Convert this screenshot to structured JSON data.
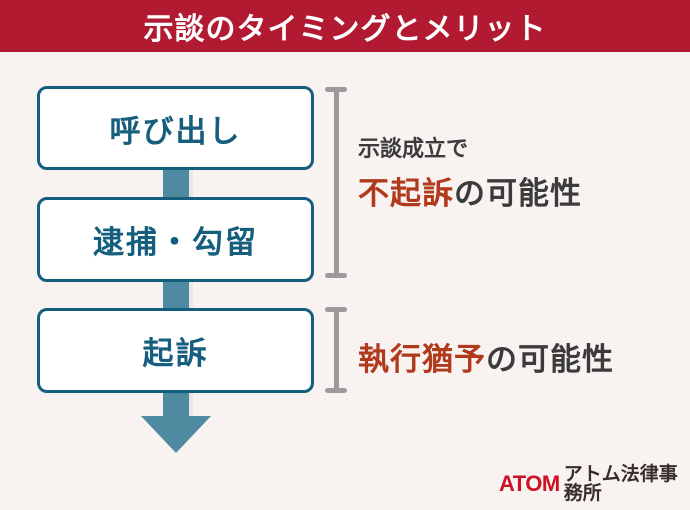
{
  "header": {
    "title": "示談のタイミングとメリット",
    "bg_color": "#b11a31",
    "text_color": "#ffffff"
  },
  "flow": {
    "steps": [
      {
        "label": "呼び出し"
      },
      {
        "label": "逮捕・勾留"
      },
      {
        "label": "起訴"
      }
    ],
    "box_border_color": "#165e7d",
    "box_text_color": "#165e7d",
    "arrow_color": "#4f8ba0"
  },
  "annotations": [
    {
      "prefix_line": "示談成立で",
      "highlight": "不起訴",
      "suffix": "の可能性"
    },
    {
      "highlight": "執行猶予",
      "suffix": "の可能性"
    }
  ],
  "colors": {
    "background": "#f8f2f1",
    "highlight_text": "#b23a1c",
    "body_text": "#3b3b3b",
    "bracket": "#9b9b9b"
  },
  "logo": {
    "brand": "ATOM",
    "firm_name": "アトム法律事務所",
    "brand_color": "#cd1225"
  }
}
